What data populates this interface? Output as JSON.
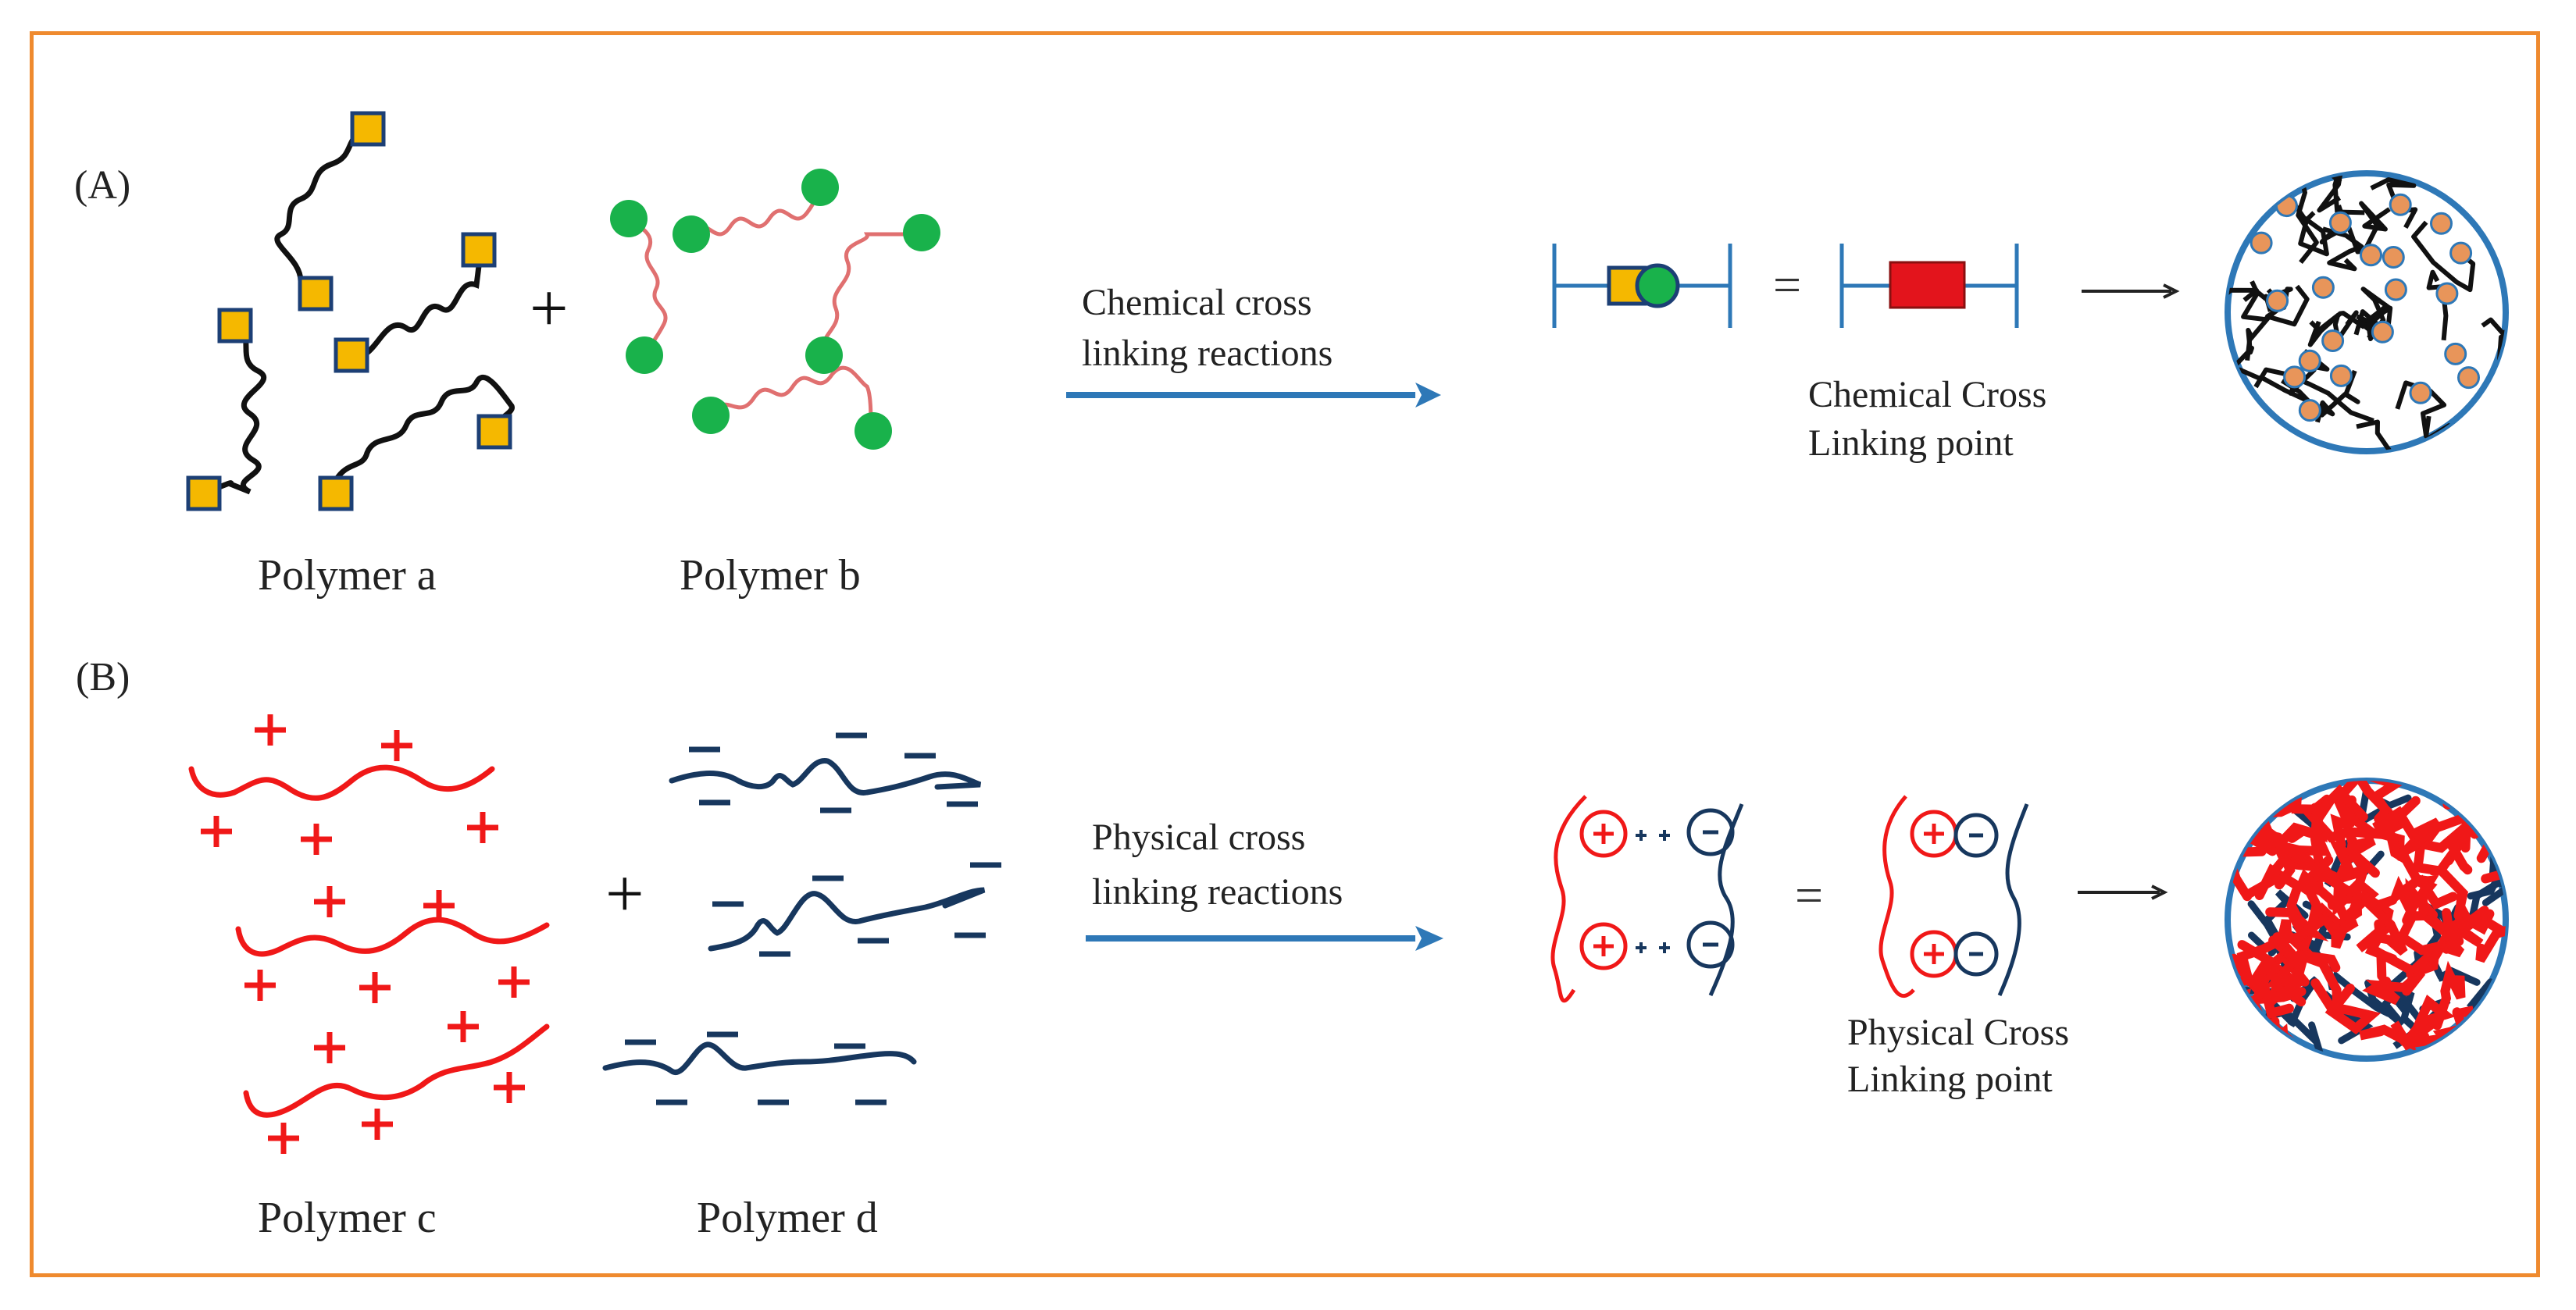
{
  "panel_a": {
    "label": "(A)",
    "polymer_a": "Polymer a",
    "polymer_b": "Polymer b",
    "plus": "+",
    "arrow_text_line1": "Chemical cross",
    "arrow_text_line2": "linking reactions",
    "equals": "=",
    "point_line1": "Chemical Cross",
    "point_line2": "Linking point"
  },
  "panel_b": {
    "label": "(B)",
    "polymer_c": "Polymer c",
    "polymer_d": "Polymer d",
    "plus": "+",
    "arrow_text_line1": "Physical cross",
    "arrow_text_line2": "linking reactions",
    "equals": "=",
    "point_line1": "Physical Cross",
    "point_line2": "Linking point"
  },
  "colors": {
    "frame": "#ef8a2e",
    "yellow_square": "#f5b800",
    "green_circle": "#19b24b",
    "polymer_b_chain": "#e07070",
    "arrow": "#2e78b7",
    "red_link": "#e3141c",
    "positive": "#f01818",
    "negative": "#17375e"
  }
}
